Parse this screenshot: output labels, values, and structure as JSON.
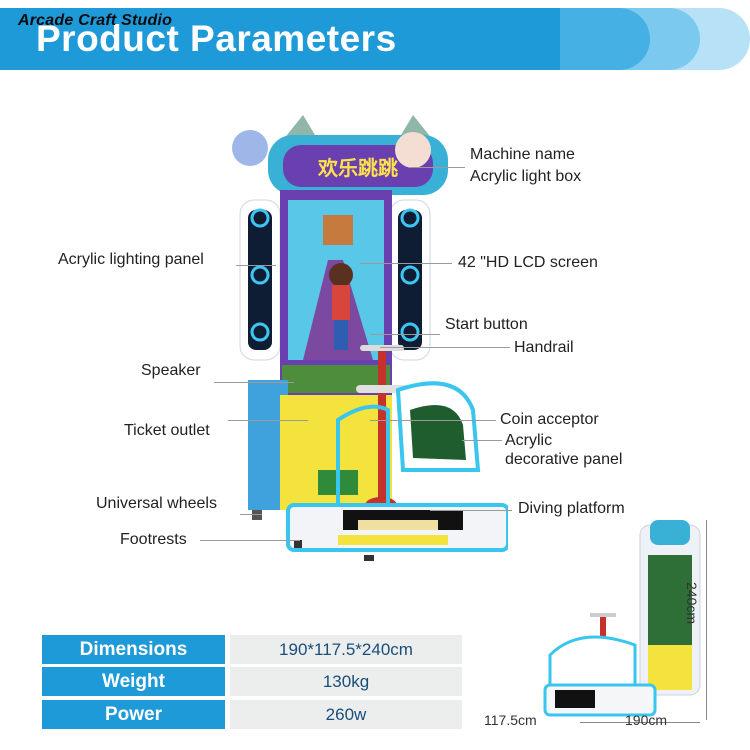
{
  "header": {
    "brand": "Arcade Craft Studio",
    "title": "Product Parameters"
  },
  "callouts": {
    "machine_name": "Machine name",
    "acrylic_light_box": "Acrylic light box",
    "acrylic_lighting_panel": "Acrylic lighting panel",
    "lcd_screen": "42 \"HD LCD screen",
    "start_button": "Start button",
    "handrail": "Handrail",
    "speaker": "Speaker",
    "coin_acceptor": "Coin acceptor",
    "ticket_outlet": "Ticket outlet",
    "acrylic_decorative_panel_1": "Acrylic",
    "acrylic_decorative_panel_2": "decorative panel",
    "universal_wheels": "Universal wheels",
    "diving_platform": "Diving platform",
    "footrests": "Footrests"
  },
  "machine": {
    "sign_text": "欢乐跳跳"
  },
  "specs": [
    {
      "key": "Dimensions",
      "value": "190*117.5*240cm"
    },
    {
      "key": "Weight",
      "value": "130kg"
    },
    {
      "key": "Power",
      "value": "260w"
    }
  ],
  "dimensions_graphic": {
    "height": "240cm",
    "depth": "117.5cm",
    "width": "190cm"
  },
  "colors": {
    "accent_blue": "#1f9ad8",
    "value_bg": "#eceeed"
  }
}
